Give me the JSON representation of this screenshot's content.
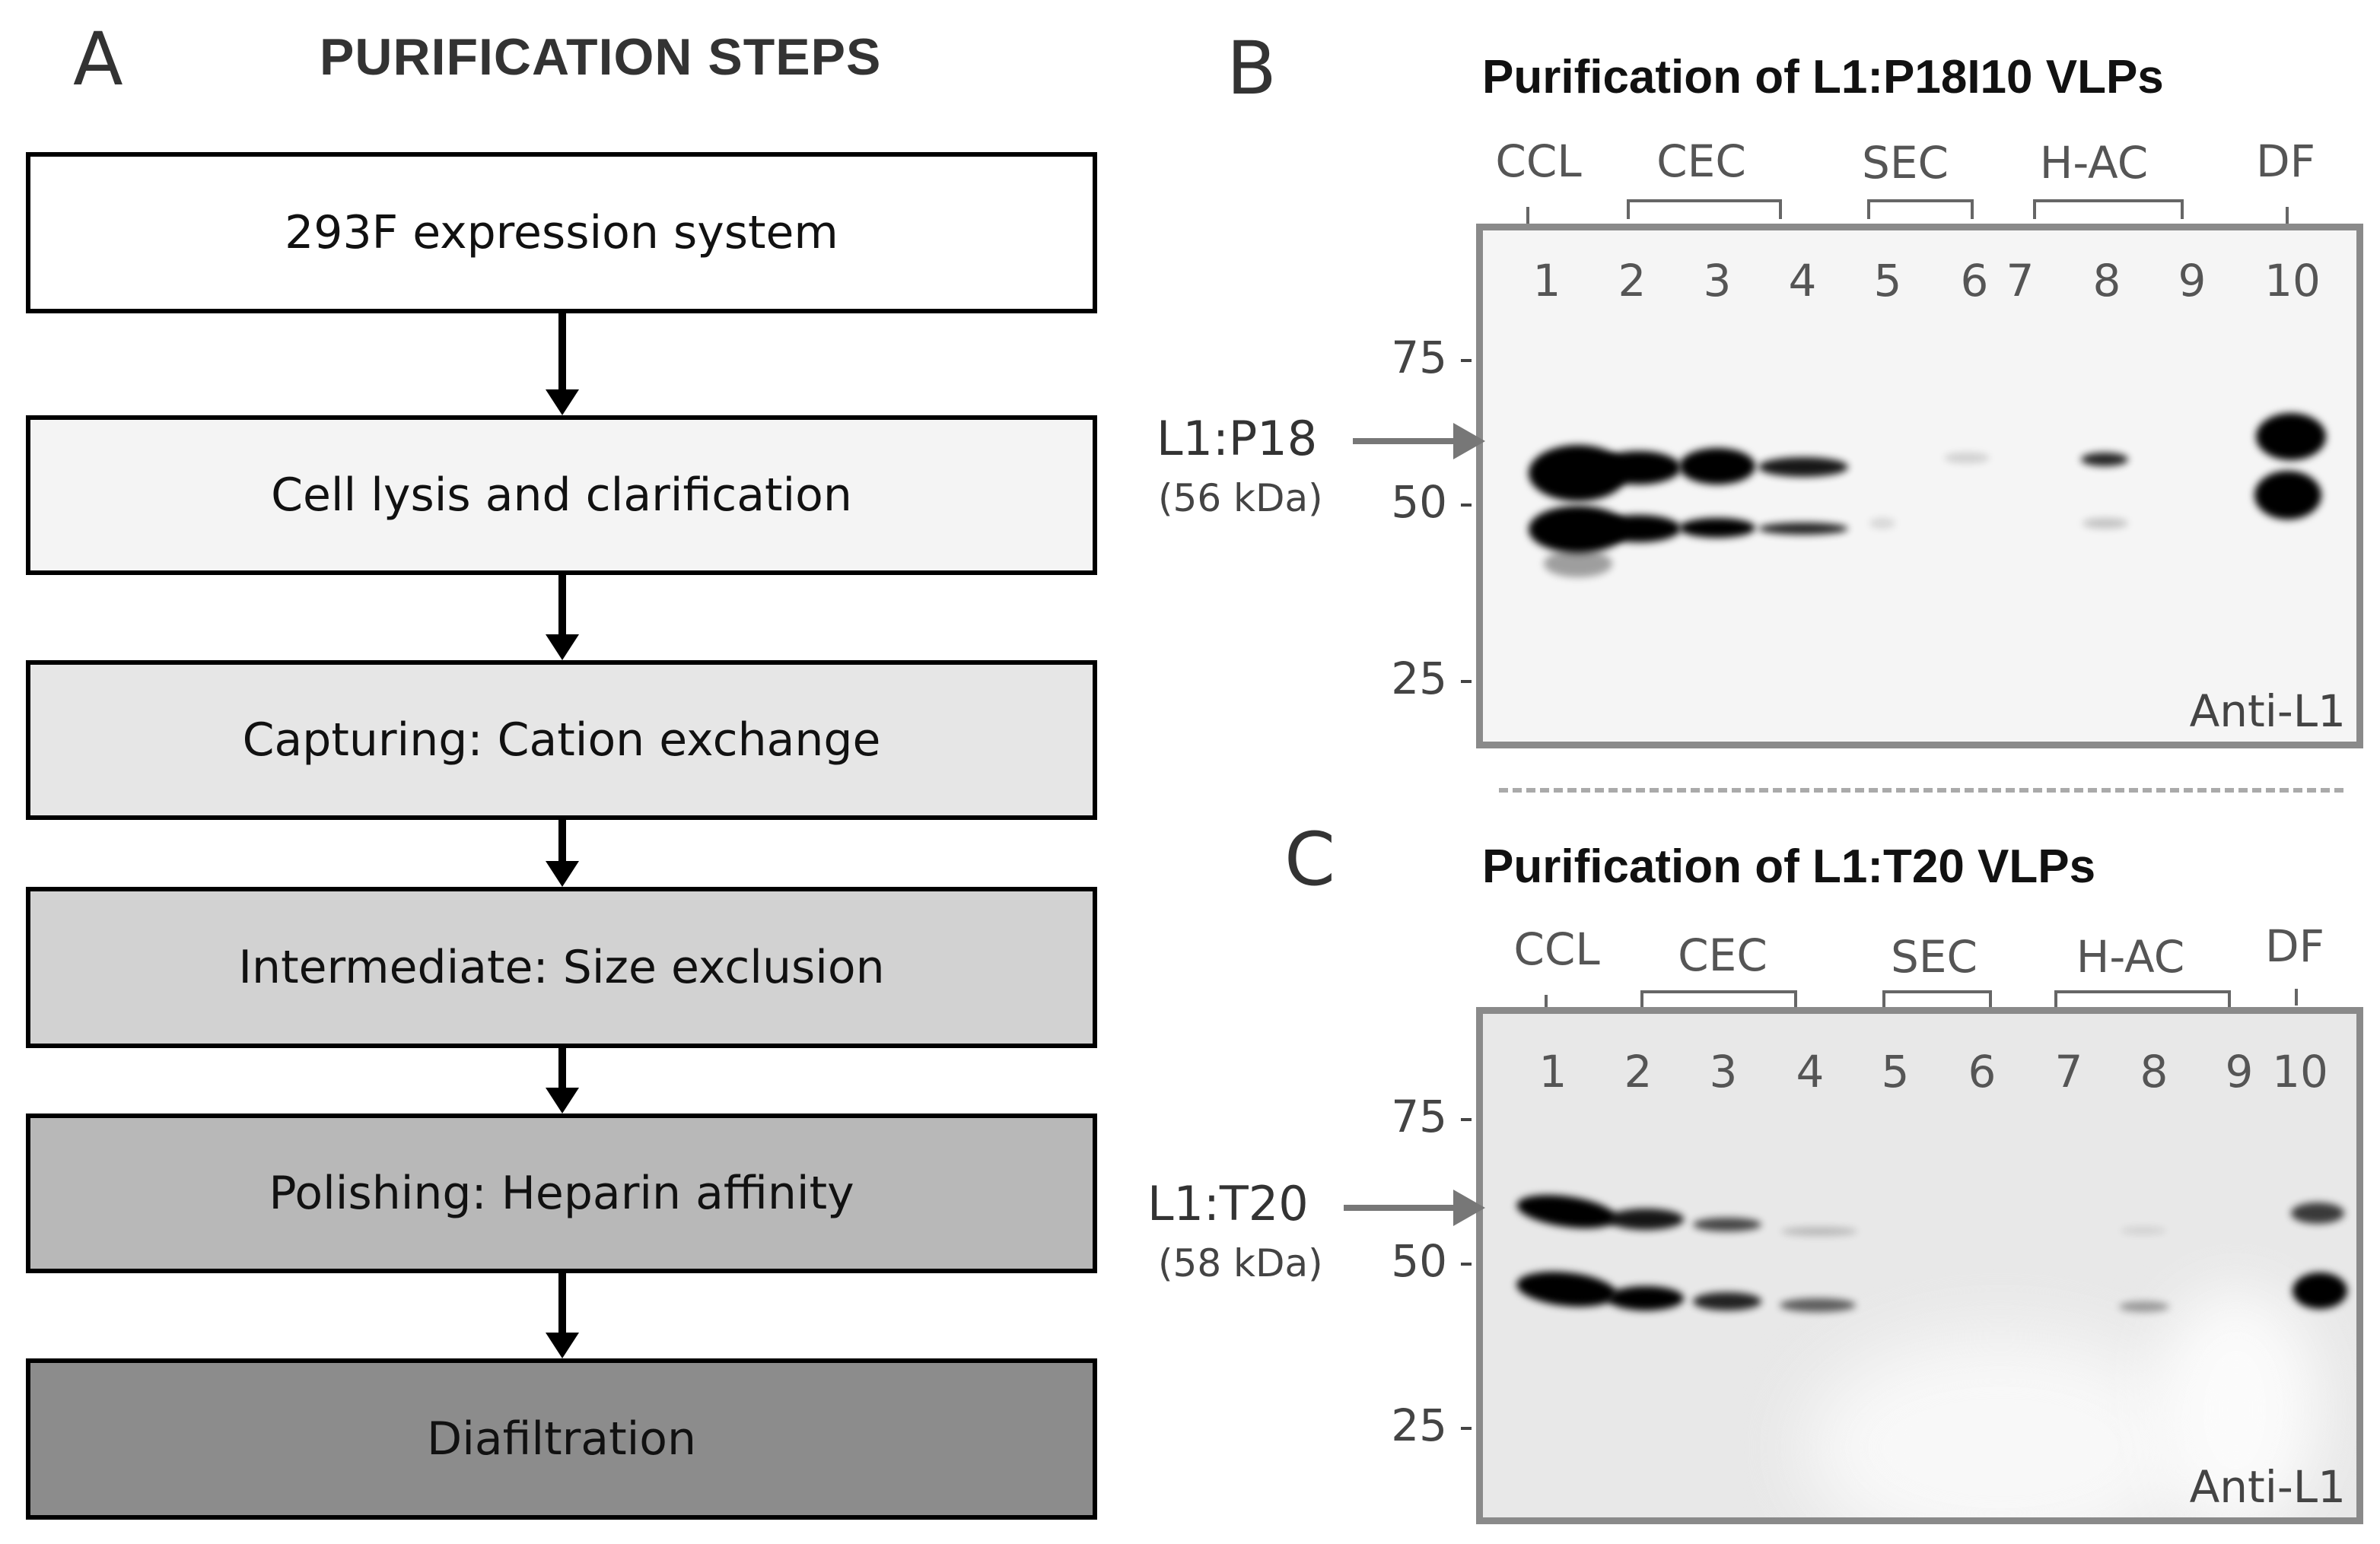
{
  "panel_a": {
    "letter": "A",
    "title": "PURIFICATION STEPS",
    "steps": [
      {
        "label": "293F expression system",
        "fill": "#ffffff"
      },
      {
        "label": "Cell lysis and clarification",
        "fill": "#f4f4f4"
      },
      {
        "label": "Capturing: Cation exchange",
        "fill": "#e6e6e6"
      },
      {
        "label": "Intermediate: Size exclusion",
        "fill": "#d2d2d2"
      },
      {
        "label": "Polishing: Heparin affinity",
        "fill": "#b8b8b8"
      },
      {
        "label": "Diafiltration",
        "fill": "#8c8c8c"
      }
    ]
  },
  "panel_b": {
    "letter": "B",
    "title": "Purification of L1:P18I10 VLPs",
    "groups": {
      "ccl": "CCL",
      "cec": "CEC",
      "sec": "SEC",
      "hac": "H-AC",
      "df": "DF"
    },
    "lanes": [
      "1",
      "2",
      "3",
      "4",
      "5",
      "6",
      "7",
      "8",
      "9",
      "10"
    ],
    "mw_markers": [
      "75",
      "50",
      "25"
    ],
    "protein_label": "L1:P18",
    "protein_kda": "(56 kDa)",
    "antibody": "Anti-L1"
  },
  "panel_c": {
    "letter": "C",
    "title": "Purification of L1:T20 VLPs",
    "groups": {
      "ccl": "CCL",
      "cec": "CEC",
      "sec": "SEC",
      "hac": "H-AC",
      "df": "DF"
    },
    "lanes": [
      "1",
      "2",
      "3",
      "4",
      "5",
      "6",
      "7",
      "8",
      "9",
      "10"
    ],
    "mw_markers": [
      "75",
      "50",
      "25"
    ],
    "protein_label": "L1:T20",
    "protein_kda": "(58 kDa)",
    "antibody": "Anti-L1"
  },
  "colors": {
    "blot_b_background": "#f5f5f5",
    "blot_c_background": "#e8e8e8",
    "blot_frame": "#8a8a8a",
    "band": "#000000"
  }
}
